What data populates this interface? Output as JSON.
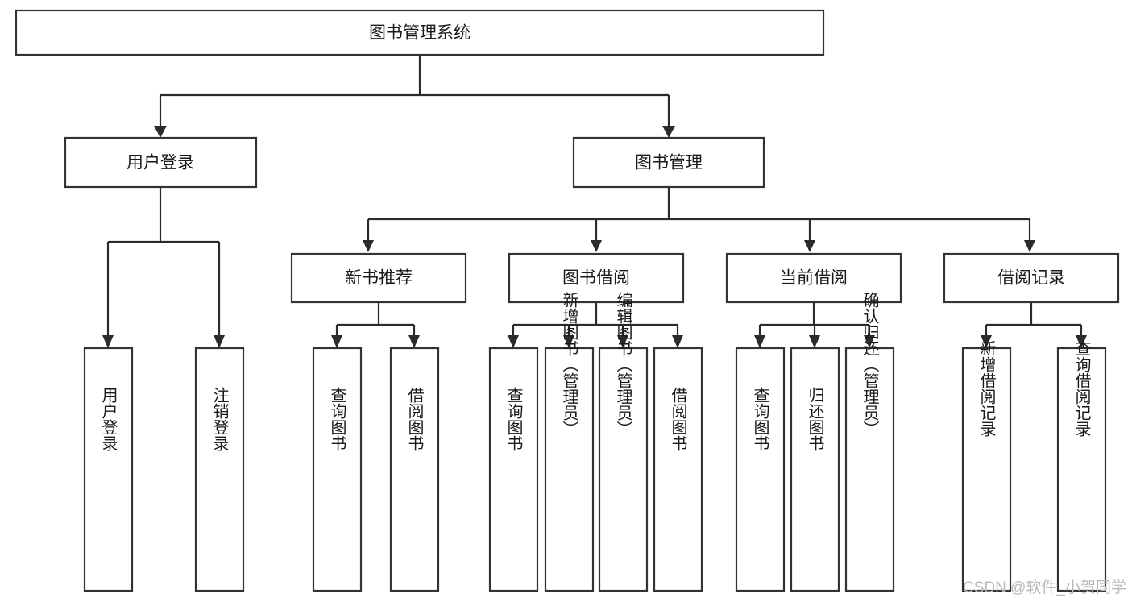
{
  "diagram": {
    "title_node": {
      "label": "图书管理系统"
    },
    "level2": [
      {
        "label": "用户登录"
      },
      {
        "label": "图书管理"
      }
    ],
    "level3": [
      {
        "label": "新书推荐"
      },
      {
        "label": "图书借阅"
      },
      {
        "label": "当前借阅"
      },
      {
        "label": "借阅记录"
      }
    ],
    "leaves": {
      "user_login": [
        {
          "label": "用户登录"
        },
        {
          "label": "注销登录"
        }
      ],
      "new_book_recommend": [
        {
          "label": "查询图书"
        },
        {
          "label": "借阅图书"
        }
      ],
      "book_borrow": [
        {
          "label": "查询图书"
        },
        {
          "label": "新增图书（管理员）"
        },
        {
          "label": "编辑图书（管理员）"
        },
        {
          "label": "借阅图书"
        }
      ],
      "current_borrow": [
        {
          "label": "查询图书"
        },
        {
          "label": "归还图书"
        },
        {
          "label": "确认归还（管理员）"
        }
      ],
      "borrow_record": [
        {
          "label": "新增借阅记录"
        },
        {
          "label": "查询借阅记录"
        }
      ]
    }
  },
  "watermark": {
    "text": "CSDN @软件_小贺同学"
  },
  "colors": {
    "box_stroke": "#333333",
    "edge": "#2b2b2b",
    "text": "#1a1a1a",
    "background": "#ffffff",
    "watermark": "#b9b9b9"
  }
}
